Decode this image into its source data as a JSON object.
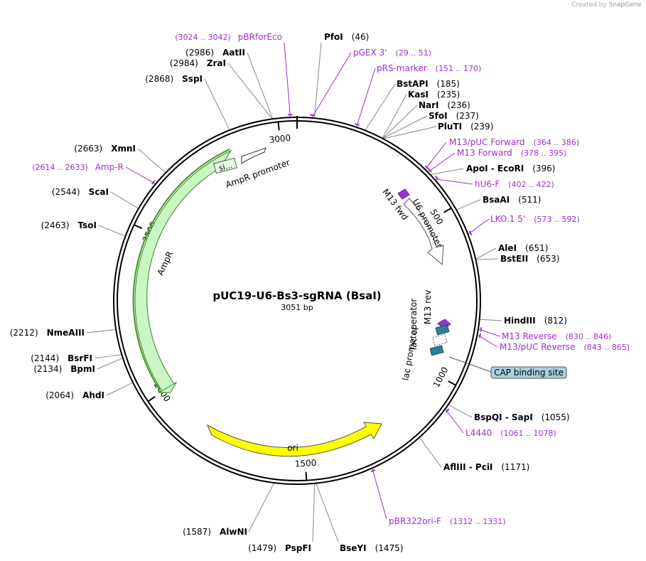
{
  "watermark": {
    "prefix": "Created by",
    "brand": "SnapGene"
  },
  "plasmid": {
    "name": "pUC19-U6-Bs3-sgRNA (BsaI)",
    "length_label": "3051 bp",
    "length": 3051
  },
  "ticks": [
    {
      "pos": 500,
      "label": "500"
    },
    {
      "pos": 1000,
      "label": "1000"
    },
    {
      "pos": 1500,
      "label": "1500"
    },
    {
      "pos": 2000,
      "label": "2000"
    },
    {
      "pos": 2500,
      "label": "2500"
    },
    {
      "pos": 3000,
      "label": "3000"
    }
  ],
  "colors": {
    "enzyme": "#000000",
    "primer": "#9b30d0",
    "ampr": "#c9f7c4",
    "ampr_edge": "#3a7d1f",
    "ori": "#ffff00",
    "lac_operator": "#2f7f95",
    "cap_box": "#a9d0dc"
  },
  "enzymes": [
    {
      "name": "PfoI",
      "pos_label": "(46)",
      "pos": 46
    },
    {
      "name": "BstAPI",
      "pos_label": "(185)",
      "pos": 185
    },
    {
      "name": "KasI",
      "pos_label": "(235)",
      "pos": 235
    },
    {
      "name": "NarI",
      "pos_label": "(236)",
      "pos": 236
    },
    {
      "name": "SfoI",
      "pos_label": "(237)",
      "pos": 237
    },
    {
      "name": "PluTI",
      "pos_label": "(239)",
      "pos": 239
    },
    {
      "name": "ApoI  -  EcoRI",
      "pos_label": "(396)",
      "pos": 396
    },
    {
      "name": "BsaAI",
      "pos_label": "(511)",
      "pos": 511
    },
    {
      "name": "AleI",
      "pos_label": "(651)",
      "pos": 651
    },
    {
      "name": "BstEII",
      "pos_label": "(653)",
      "pos": 653
    },
    {
      "name": "HindIII",
      "pos_label": "(812)",
      "pos": 812
    },
    {
      "name": "BspQI  -  SapI",
      "pos_label": "(1055)",
      "pos": 1055
    },
    {
      "name": "AflIII  -  PciI",
      "pos_label": "(1171)",
      "pos": 1171
    },
    {
      "name": "BseYI",
      "pos_label": "(1475)",
      "pos": 1475
    },
    {
      "name": "PspFI",
      "pos_label": "(1479)",
      "pos": 1479
    },
    {
      "name": "AlwNI",
      "pos_label": "(1587)",
      "pos": 1587
    },
    {
      "name": "AhdI",
      "pos_label": "(2064)",
      "pos": 2064
    },
    {
      "name": "BpmI",
      "pos_label": "(2134)",
      "pos": 2134
    },
    {
      "name": "BsrFI",
      "pos_label": "(2144)",
      "pos": 2144
    },
    {
      "name": "NmeAIII",
      "pos_label": "(2212)",
      "pos": 2212
    },
    {
      "name": "TsoI",
      "pos_label": "(2463)",
      "pos": 2463
    },
    {
      "name": "ScaI",
      "pos_label": "(2544)",
      "pos": 2544
    },
    {
      "name": "XmnI",
      "pos_label": "(2663)",
      "pos": 2663
    },
    {
      "name": "SspI",
      "pos_label": "(2868)",
      "pos": 2868
    },
    {
      "name": "ZraI",
      "pos_label": "(2984)",
      "pos": 2984
    },
    {
      "name": "AatII",
      "pos_label": "(2986)",
      "pos": 2986
    }
  ],
  "primers": [
    {
      "name": "pGEX 3'",
      "range": "(29 .. 51)",
      "pos": 40
    },
    {
      "name": "pRS-marker",
      "range": "(151 .. 170)",
      "pos": 160
    },
    {
      "name": "M13/pUC Forward",
      "range": "(364 .. 386)",
      "pos": 375
    },
    {
      "name": "M13 Forward",
      "range": "(378 .. 395)",
      "pos": 386
    },
    {
      "name": "hU6-F",
      "range": "(402 .. 422)",
      "pos": 412
    },
    {
      "name": "LKO.1 5'",
      "range": "(573 .. 592)",
      "pos": 582
    },
    {
      "name": "M13 Reverse",
      "range": "(830 .. 846)",
      "pos": 838
    },
    {
      "name": "M13/pUC Reverse",
      "range": "(843 .. 865)",
      "pos": 854
    },
    {
      "name": "L4440",
      "range": "(1061 .. 1078)",
      "pos": 1069
    },
    {
      "name": "pBR322ori-F",
      "range": "(1312 .. 1331)",
      "pos": 1321
    },
    {
      "name": "Amp-R",
      "range": "(2614 .. 2633)",
      "pos": 2623
    },
    {
      "name": "pBRforEco",
      "range": "(3024 .. 3042)",
      "pos": 3033
    }
  ],
  "features": {
    "ampr_promoter": "AmpR promoter",
    "ampr": "AmpR",
    "signal": "si...",
    "ori": "ori",
    "u6_promoter": "U6 promoter",
    "m13_fwd": "M13 fwd",
    "m13_rev": "M13 rev",
    "lac_operator": "lac operator",
    "lac_promoter": "lac promoter",
    "cap_site": "CAP binding site"
  }
}
